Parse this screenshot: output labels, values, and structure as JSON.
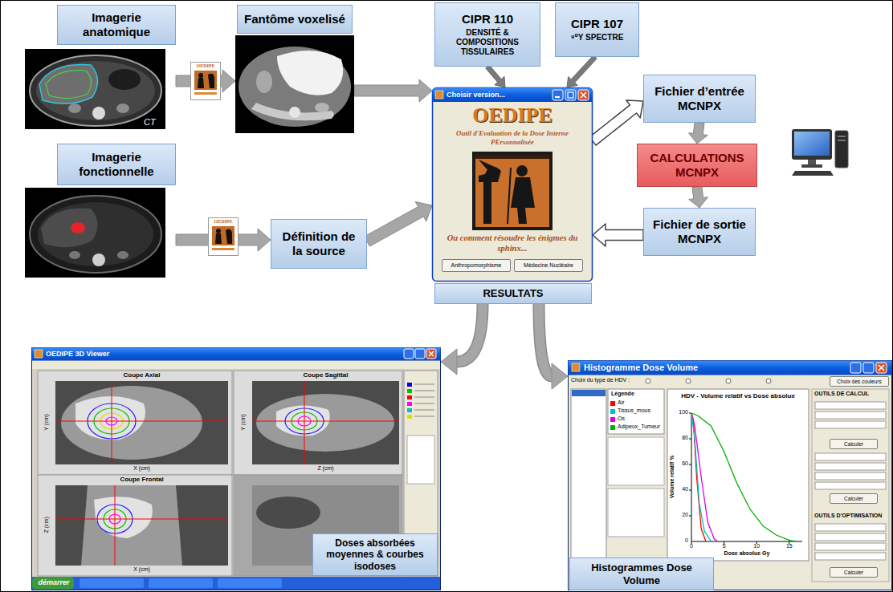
{
  "diagram": {
    "nodes": [
      {
        "text": [
          "Imagerie anatomique"
        ]
      },
      {
        "text": [
          "Fantôme voxelisé"
        ]
      },
      {
        "text": [
          "CIPR 110",
          "DENSITÉ & COMPOSITIONS TISSULAIRES"
        ]
      },
      {
        "text": [
          "CIPR 107",
          "⁹⁰Y SPECTRE"
        ]
      },
      {
        "text": [
          "Fichier d’entrée MCNPX"
        ]
      },
      {
        "text": [
          "CALCULATIONS MCNPX"
        ]
      },
      {
        "text": [
          "Fichier de sortie MCNPX"
        ]
      },
      {
        "text": [
          "Imagerie fonctionnelle"
        ]
      },
      {
        "text": [
          "Définition de la source"
        ]
      },
      {
        "text": [
          "Choisir version...",
          "OEDIPE",
          "Outil d'Evaluation de la Dose Interne PErsonnalisée",
          "Ou comment résoudre les énigmes du sphinx...",
          "Anthropomorphisme",
          "Médecine Nucléaire"
        ]
      },
      {
        "text": [
          "RESULTATS"
        ]
      },
      {
        "text": [
          "OEDIPE 3D Viewer"
        ]
      },
      {
        "text": [
          "Doses absorbées moyennes & courbes isodoses"
        ],
        "in": 11
      },
      {
        "text": [
          "Histogramme Dose Volume"
        ]
      },
      {
        "text": [
          "Histogrammes Dose Volume"
        ],
        "in": 13
      }
    ],
    "edges": [
      {
        "from": 0,
        "to": 1,
        "arrow": "to"
      },
      {
        "from": 1,
        "to": 9,
        "arrow": "to"
      },
      {
        "from": 7,
        "to": 8,
        "arrow": "to"
      },
      {
        "from": 8,
        "to": 9,
        "arrow": "to"
      },
      {
        "from": 2,
        "to": 9,
        "arrow": "to"
      },
      {
        "from": 3,
        "to": 9,
        "arrow": "to"
      },
      {
        "from": 9,
        "to": 4,
        "arrow": "to"
      },
      {
        "from": 4,
        "to": 5,
        "arrow": "to"
      },
      {
        "from": 5,
        "to": 6,
        "arrow": "to"
      },
      {
        "from": 6,
        "to": 9,
        "arrow": "to"
      },
      {
        "from": 10,
        "to": 11,
        "arrow": "to"
      },
      {
        "from": 10,
        "to": 13,
        "arrow": "to"
      }
    ],
    "labels": [
      "CT",
      "OEDIPE",
      "OEDIPE",
      "Coupe Axial",
      "Coupe Sagittal",
      "Coupe Frontal",
      "X (cm)",
      "Z (cm)",
      "X (cm)",
      "Y (cm)",
      "Y (cm)",
      "Z (cm)",
      "HDV - Volume relatif vs Dose absolue",
      "Dose absolue Gy",
      "Volume relatif %",
      "0",
      "20",
      "40",
      "60",
      "80",
      "100",
      "0",
      "5",
      "10",
      "15",
      "Légende",
      "Air",
      "Tissus_mous",
      "Os",
      "Adipeux_Tumeur",
      "Choix du type de HDV :",
      "Choix des couleurs",
      "OUTILS DE CALCUL",
      "Calculer",
      "Calculer",
      "OUTILS D'OPTIMISATION",
      "Calculer",
      "démarrer"
    ]
  }
}
